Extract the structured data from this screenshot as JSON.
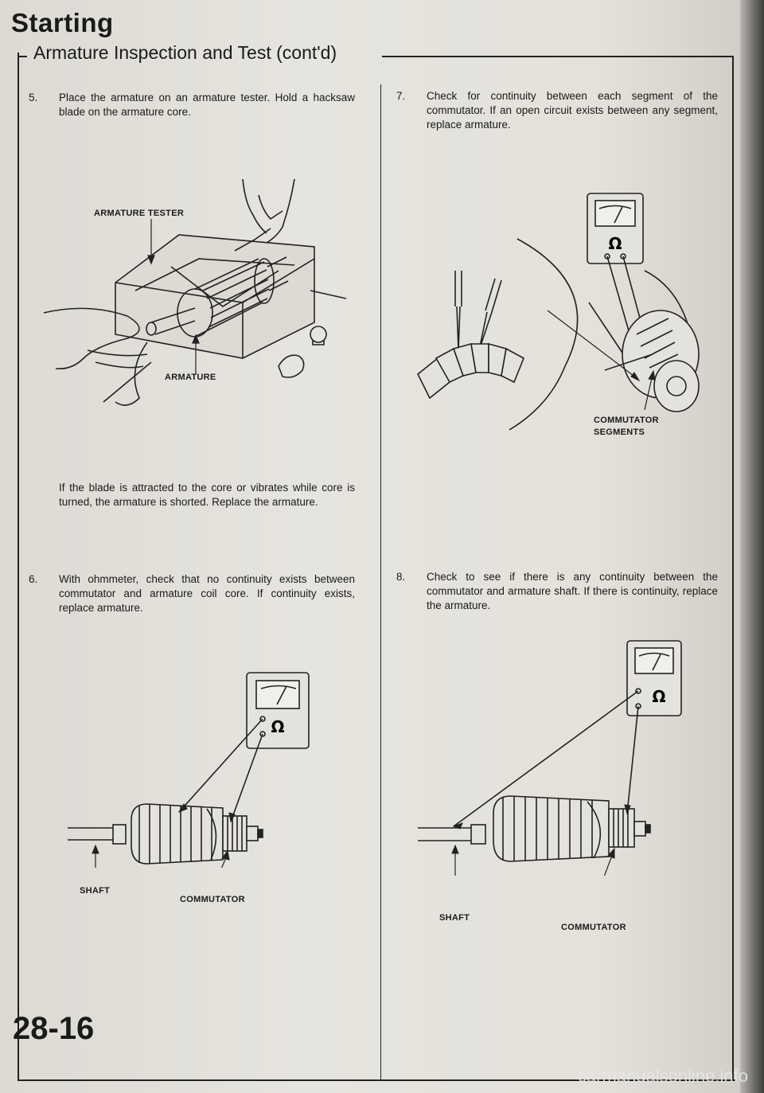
{
  "header": {
    "section": "Starting",
    "subtitle": "Armature Inspection and Test (cont'd)"
  },
  "steps": [
    {
      "num": "5.",
      "text": "Place the armature on an armature tester. Hold a hacksaw blade on the armature core."
    },
    {
      "num": "6.",
      "text": "With ohmmeter, check that no continuity exists between commutator and armature coil core. If continuity exists, replace armature."
    },
    {
      "num": "7.",
      "text": "Check for continuity between each segment of the commutator. If an open circuit exists between any segment, replace armature."
    },
    {
      "num": "8.",
      "text": "Check to see if there is any continuity between the commutator and armature shaft. If there is continuity, replace the armature."
    }
  ],
  "notes": {
    "step5_result": "If the blade is attracted to the core or vibrates while core is turned, the armature is shorted. Replace the armature."
  },
  "figures": {
    "fig5": {
      "label_tester": "ARMATURE TESTER",
      "label_armature": "ARMATURE"
    },
    "fig6": {
      "label_shaft": "SHAFT",
      "label_commutator": "COMMUTATOR",
      "meter_symbol": "Ω"
    },
    "fig7": {
      "label_segments_1": "COMMUTATOR",
      "label_segments_2": "SEGMENTS",
      "meter_symbol": "Ω"
    },
    "fig8": {
      "label_shaft": "SHAFT",
      "label_commutator": "COMMUTATOR",
      "meter_symbol": "Ω"
    }
  },
  "footer": {
    "page_number": "28-16",
    "watermark": "carmanualsonline.info"
  }
}
